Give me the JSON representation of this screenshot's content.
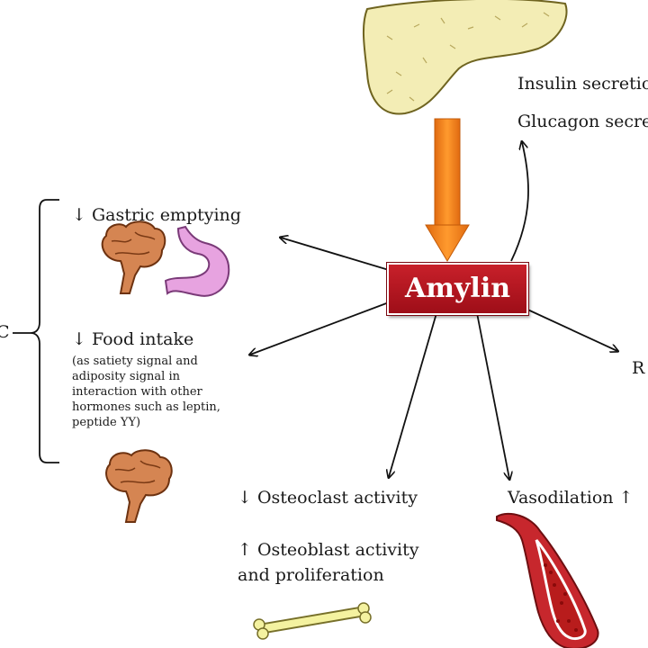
{
  "center": {
    "label": "Amylin"
  },
  "pancreas": {
    "effects": [
      "Insulin secretio",
      "Glucagon secre"
    ]
  },
  "gi": {
    "gastric": "↓ Gastric emptying",
    "food_intake": "↓ Food intake",
    "food_intake_note": "(as satiety signal and adiposity signal in interaction with other hormones such as leptin, peptide YY)"
  },
  "bone": {
    "osteoclast": "↓ Osteoclast activity",
    "osteoblast_1": "↑ Osteoblast activity",
    "osteoblast_2": "and proliferation"
  },
  "vessel": {
    "label": "Vasodilation ↑"
  },
  "right_edge": {
    "label": "R"
  },
  "left_edge": {
    "label": "C"
  },
  "colors": {
    "amylin_box": "#b5141f",
    "down_arrow": "#f07a16",
    "pancreas": "#f3edb5",
    "stomach": "#e7a3e0",
    "brain": "#d58552",
    "vessel": "#c7272d",
    "bone": "#f4f2a0"
  }
}
